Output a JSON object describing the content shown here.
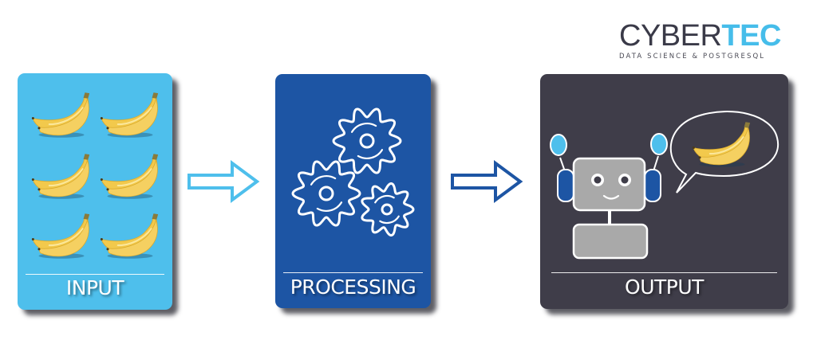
{
  "logo": {
    "name_part1": "CYBER",
    "name_part2": "TEC",
    "tagline": "DATA SCIENCE & POSTGRESQL",
    "colors": {
      "dark": "#3a3a48",
      "accent": "#46bdea"
    }
  },
  "stages": [
    {
      "id": "input",
      "label": "INPUT",
      "color": "#4ebfec",
      "content": "six bananas",
      "banana_count": 6
    },
    {
      "id": "processing",
      "label": "PROCESSING",
      "color": "#1d55a4",
      "content": "three gears",
      "gear_count": 3
    },
    {
      "id": "output",
      "label": "OUTPUT",
      "color": "#3f3d49",
      "content": "robot with speech bubble containing one banana",
      "banana_count": 1
    }
  ],
  "arrows": [
    {
      "from": "input",
      "to": "processing",
      "color": "#4ebfec"
    },
    {
      "from": "processing",
      "to": "output",
      "color": "#1d55a4"
    }
  ]
}
